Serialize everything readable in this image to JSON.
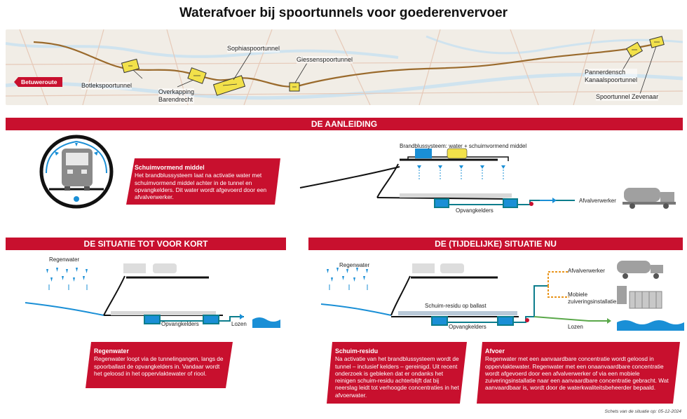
{
  "title": "Waterafvoer bij spoortunnels voor goederenvervoer",
  "map": {
    "route_label": "Betuweroute",
    "tunnels": [
      "Botlekspoortunnel",
      "Overkapping Barendrecht",
      "Sophiaspoortunnel",
      "Giessenspoortunnel",
      "Pannerdensch Kanaalspoortunnel",
      "Spoortunnel Zevenaar"
    ],
    "barendrecht_line1": "Overkapping",
    "barendrecht_line2": "Barendrecht",
    "pannerdensch_line1": "Pannerdensch",
    "pannerdensch_line2": "Kanaalspoortunnel"
  },
  "aanleiding": {
    "header": "DE AANLEIDING",
    "box_title": "Schuimvormend middel",
    "box_text": "Het brandblussysteem laat na activatie water met schuimvormend middel achter in de tunnel en opvangkelders. Dit water wordt afgevoerd door een afvalverwerker.",
    "label_system": "Brandblussysteem: water + schuimvormend middel",
    "label_kelders": "Opvangkelders",
    "label_afval": "Afvalverwerker"
  },
  "tot_kort": {
    "header": "DE SITUATIE TOT VOOR KORT",
    "label_regen": "Regenwater",
    "label_kelders": "Opvangkelders",
    "label_lozen": "Lozen",
    "box_title": "Regenwater",
    "box_text": "Regenwater loopt via de tunnelingangen, langs de spoorballast de opvangkelders in. Vandaar wordt het geloosd in het oppervlaktewater of riool."
  },
  "nu": {
    "header": "DE (TIJDELIJKE) SITUATIE NU",
    "label_regen": "Regenwater",
    "label_residu": "Schuim-residu op ballast",
    "label_kelders": "Opvangkelders",
    "label_afval": "Afvalverwerker",
    "label_mobiel1": "Mobiele",
    "label_mobiel2": "zuiveringsinstallatie",
    "label_lozen": "Lozen",
    "box1_title": "Schuim-residu",
    "box1_text": "Na activatie van het brandblussysteem wordt de tunnel – inclusief kelders – gereinigd. Uit recent onderzoek is gebleken dat er ondanks het reinigen schuim-residu achterblijft dat bij neerslag leidt tot verhoogde concentraties in het afvoerwater.",
    "box2_title": "Afvoer",
    "box2_text": "Regenwater met een aanvaardbare concentratie wordt geloosd in oppervlaktewater. Regenwater met een onaanvaardbare concentratie wordt afgevoerd door een afvalverwerker of via een mobiele zuiveringsinstallatie naar een aanvaardbare concentratie gebracht. Wat aanvaardbaar is, wordt door de waterkwaliteitsbeheerder bepaald."
  },
  "footnote": "Schets van de situatie op: 05-12-2024",
  "colors": {
    "accent_red": "#c8102e",
    "water_blue": "#1a8fd6",
    "teal": "#0c7d8c",
    "route_brown": "#9a6a2c",
    "tunnel_yellow": "#f2e14a",
    "orange_dash": "#e8951c",
    "green_line": "#5aa84a"
  },
  "icons": [
    "tunnel-cross-section-icon",
    "train-icon",
    "sprinkler-icon",
    "tanker-truck-icon",
    "rain-icon",
    "water-body-icon",
    "valve-icon",
    "mobile-treatment-unit-icon"
  ]
}
